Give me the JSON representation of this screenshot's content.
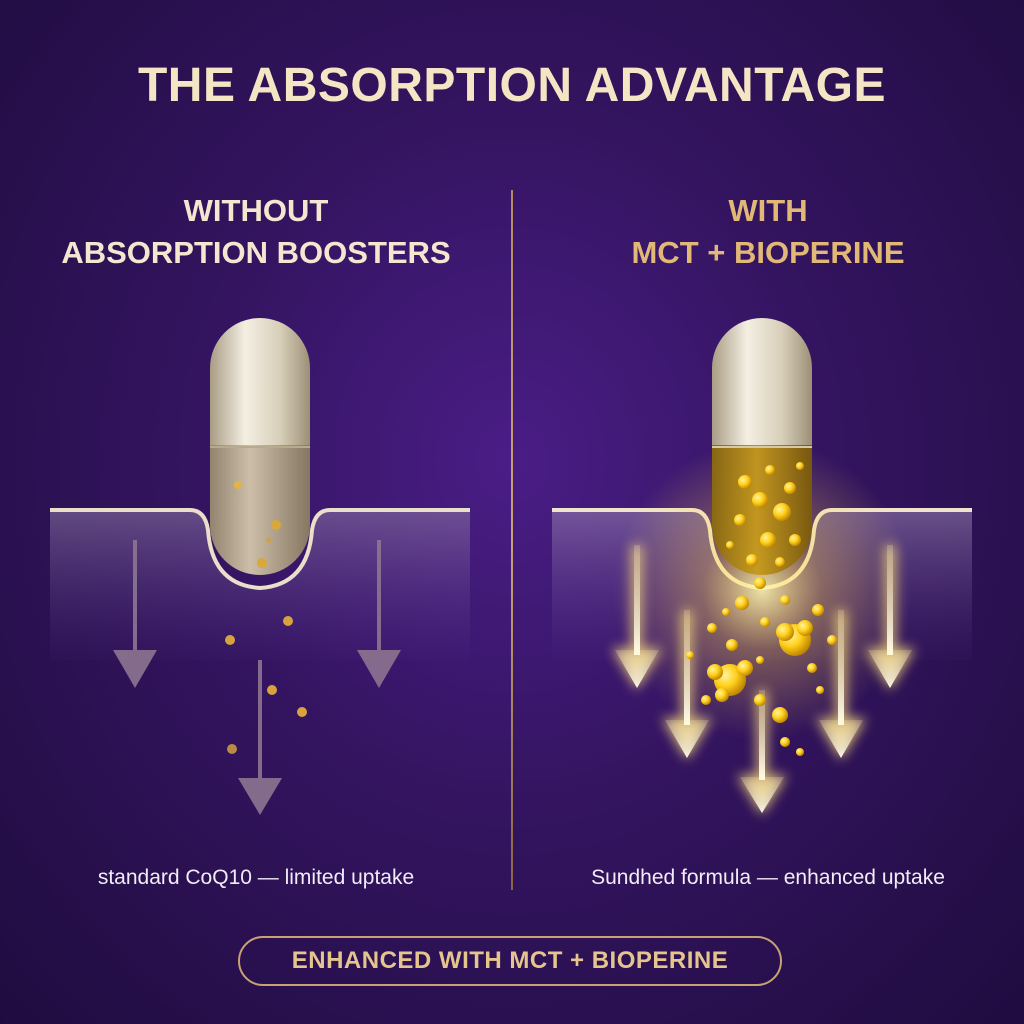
{
  "title": "THE ABSORPTION ADVANTAGE",
  "left_panel": {
    "heading_line1": "WITHOUT",
    "heading_line2": "ABSORPTION BOOSTERS",
    "caption": "standard CoQ10 — limited uptake"
  },
  "right_panel": {
    "heading_line1": "WITH",
    "heading_line2": "MCT + BIOPERINE",
    "caption": "Sundhed formula — enhanced uptake"
  },
  "badge": "ENHANCED WITH MCT + BIOPERINE",
  "colors": {
    "background": "#33145f",
    "title": "#f4e6c4",
    "accent_gold": "#e2b877",
    "capsule_shell": "#cfc4a8",
    "glow": "#ffe066"
  }
}
